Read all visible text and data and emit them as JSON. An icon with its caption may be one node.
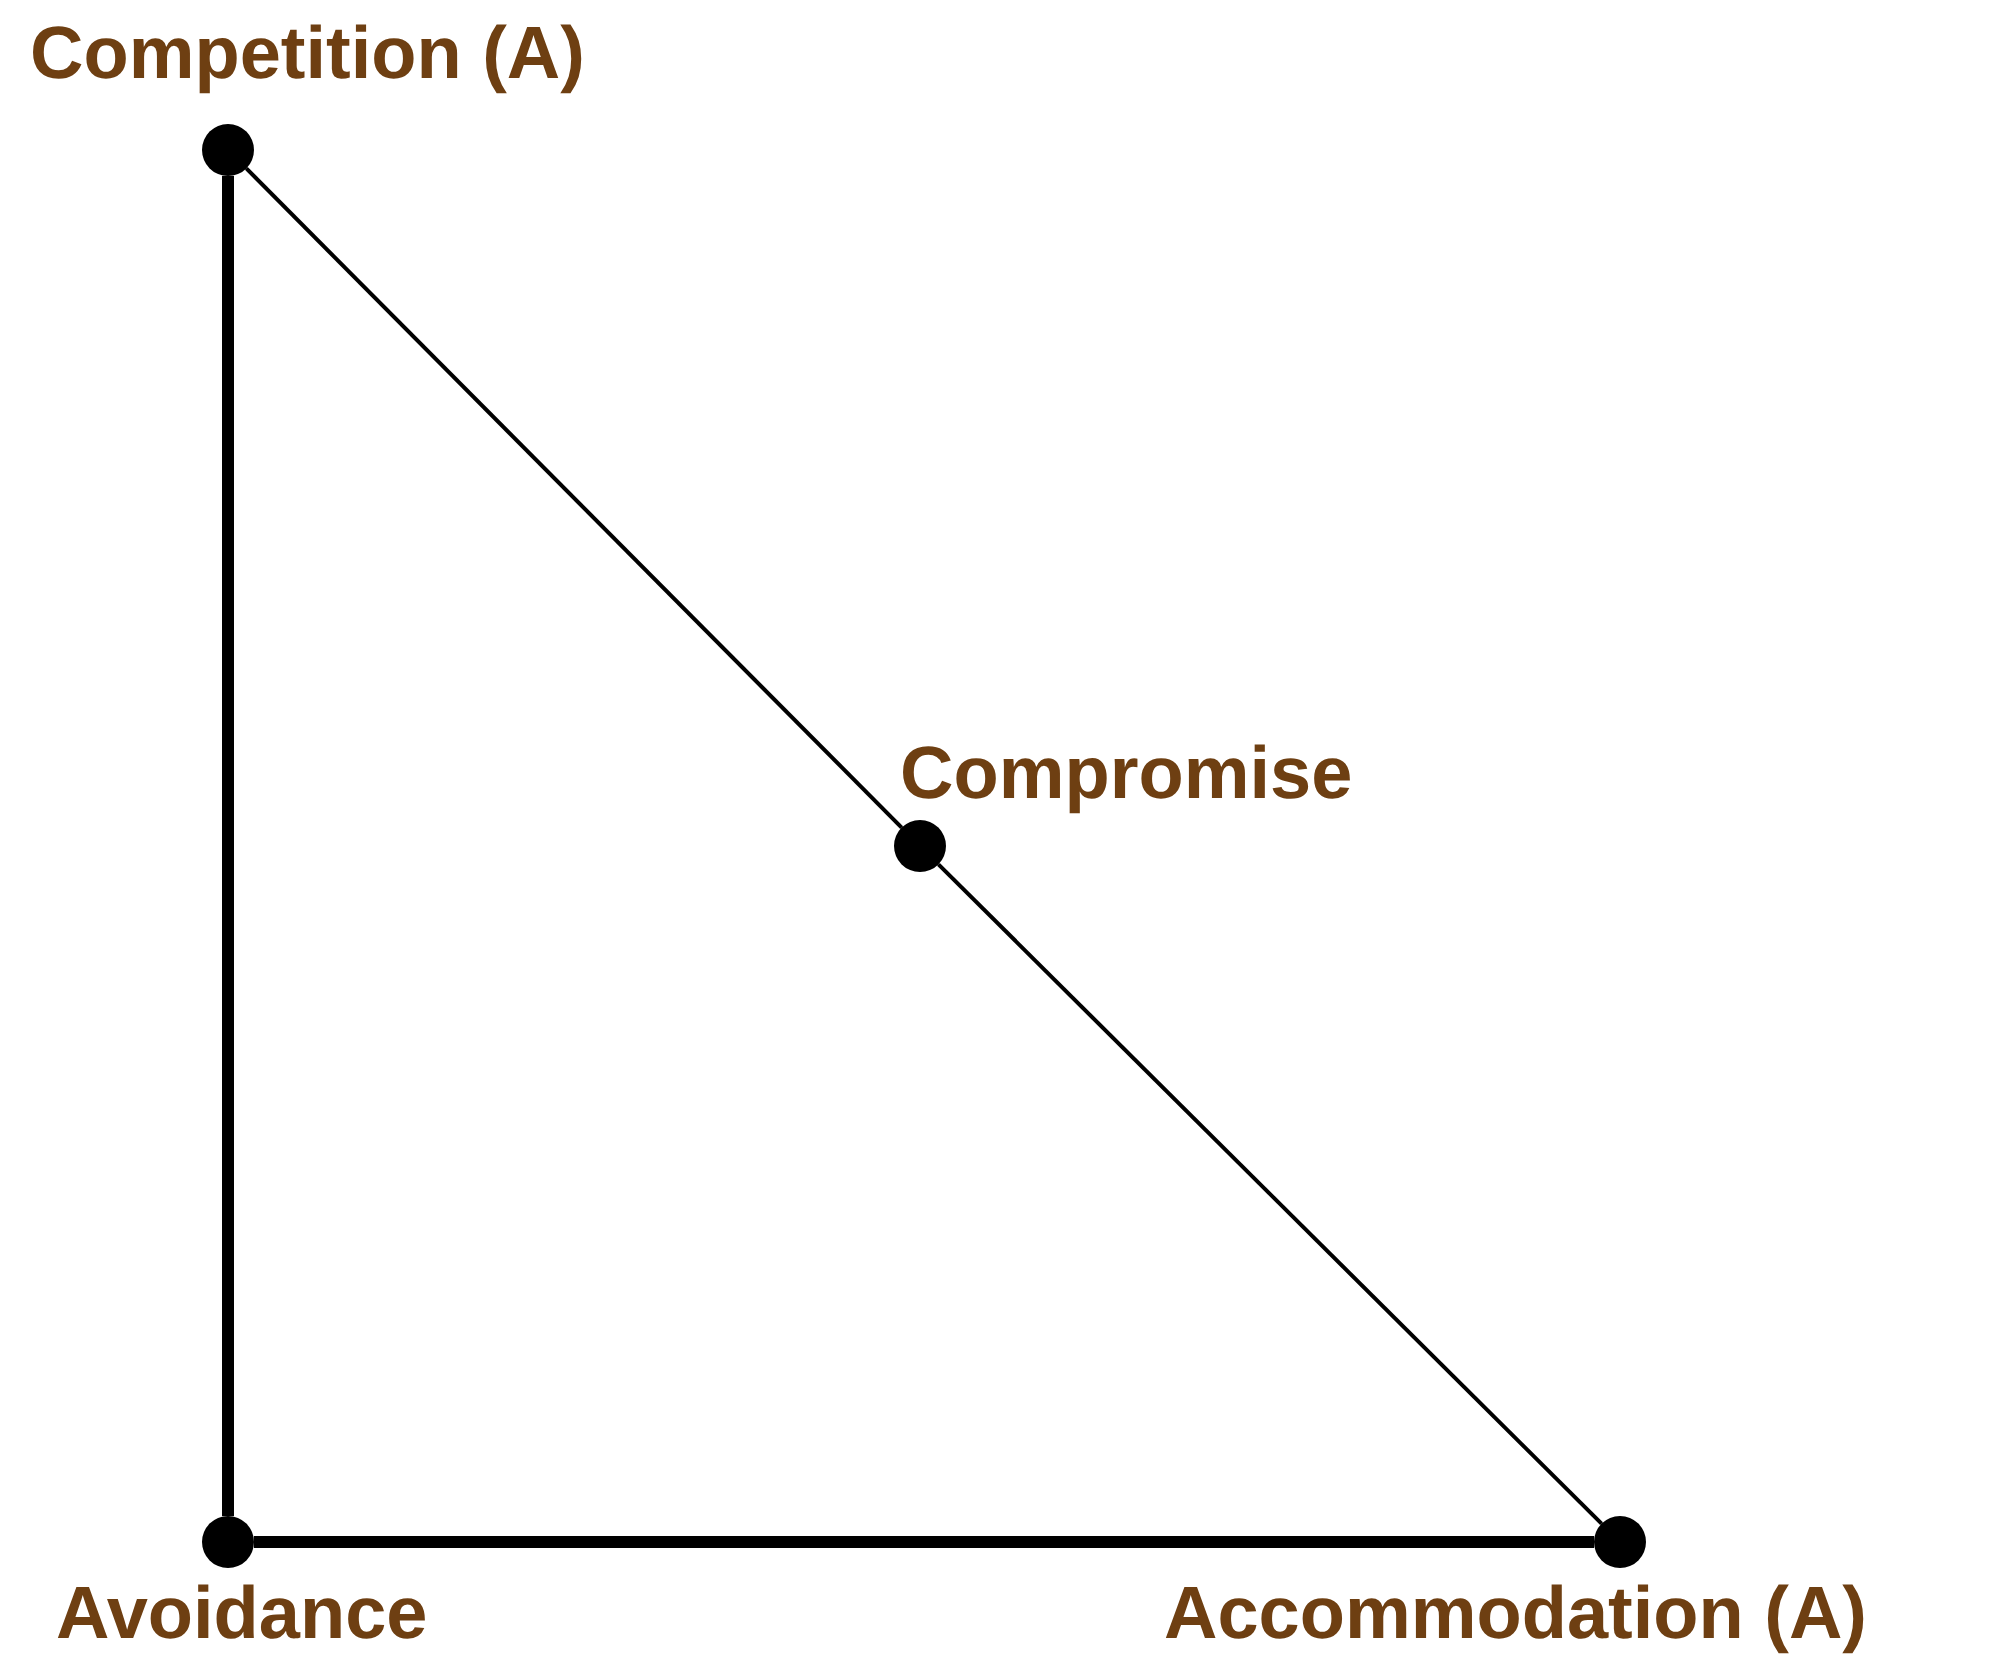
{
  "diagram": {
    "nodes": [
      {
        "text": [],
        "shape": "circle",
        "beside": [
          "Competition (A)"
        ]
      },
      {
        "text": [],
        "shape": "circle",
        "beside": [
          "Compromise"
        ]
      },
      {
        "text": [],
        "shape": "circle",
        "beside": [
          "Avoidance"
        ]
      },
      {
        "text": [],
        "shape": "circle",
        "beside": [
          "Accommodation (A)"
        ]
      }
    ],
    "edges": [
      {
        "from": 0,
        "to": 2,
        "arrow": "none",
        "style": "thick"
      },
      {
        "from": 2,
        "to": 3,
        "arrow": "none",
        "style": "thick"
      },
      {
        "from": 0,
        "to": 1,
        "arrow": "none"
      },
      {
        "from": 1,
        "to": 3,
        "arrow": "none"
      }
    ]
  }
}
